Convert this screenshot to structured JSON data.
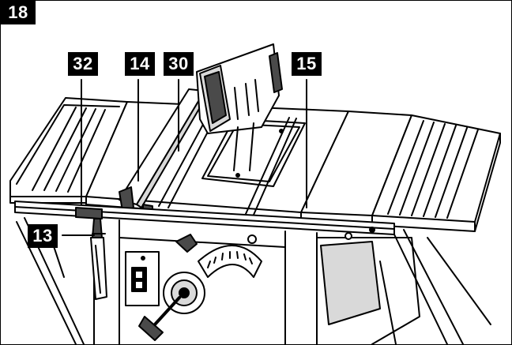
{
  "figure": {
    "number": "18",
    "callouts": {
      "c32": "32",
      "c14": "14",
      "c30": "30",
      "c15": "15",
      "c13": "13"
    }
  },
  "colors": {
    "ink": "#000000",
    "paper": "#ffffff",
    "shade": "#d9d9d9",
    "dark_part": "#4a4a4a"
  }
}
